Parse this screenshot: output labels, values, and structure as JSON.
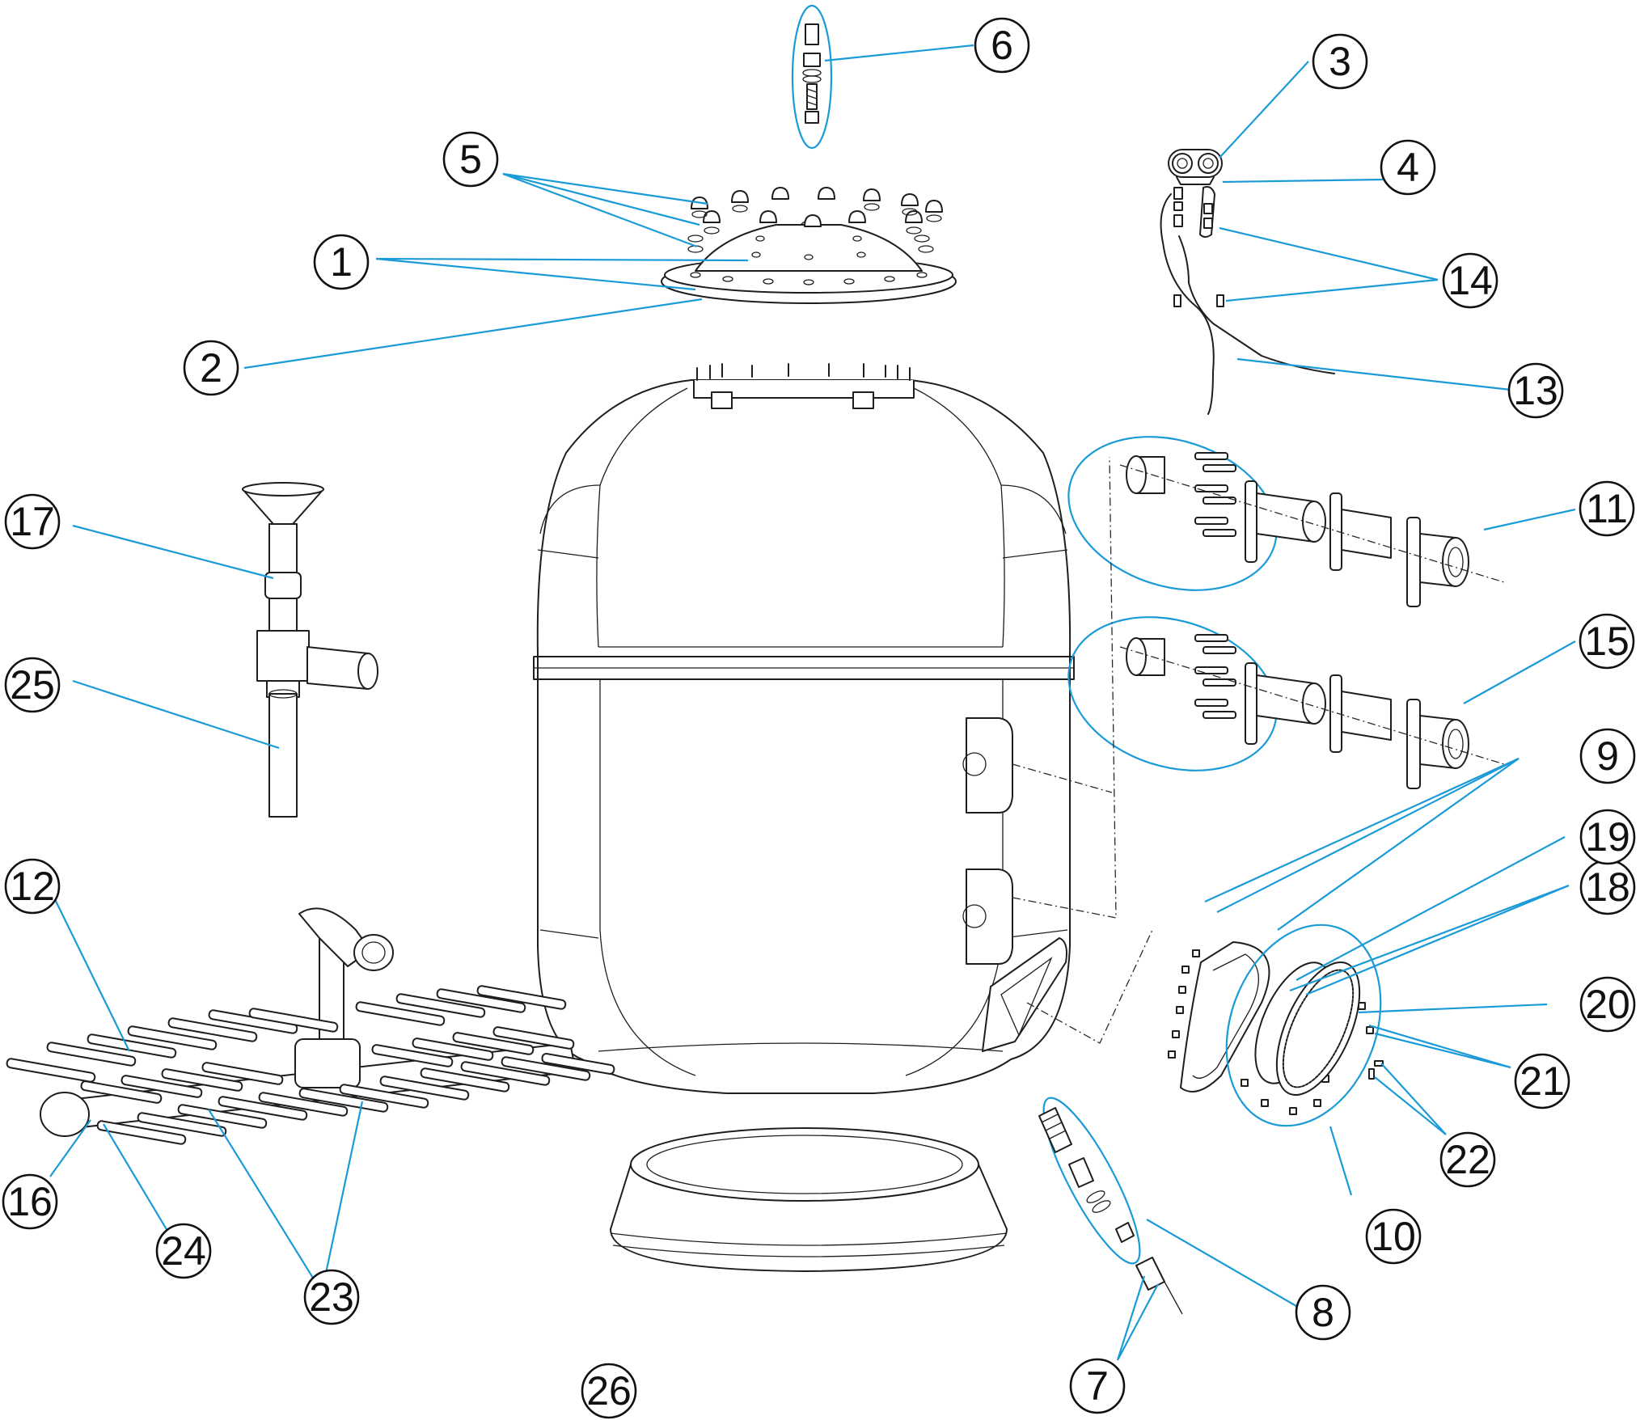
{
  "callouts": [
    {
      "id": "c1",
      "label": "1"
    },
    {
      "id": "c2",
      "label": "2"
    },
    {
      "id": "c3",
      "label": "3"
    },
    {
      "id": "c4",
      "label": "4"
    },
    {
      "id": "c5",
      "label": "5"
    },
    {
      "id": "c6",
      "label": "6"
    },
    {
      "id": "c7",
      "label": "7"
    },
    {
      "id": "c8",
      "label": "8"
    },
    {
      "id": "c9",
      "label": "9"
    },
    {
      "id": "c10",
      "label": "10"
    },
    {
      "id": "c11",
      "label": "11"
    },
    {
      "id": "c12",
      "label": "12"
    },
    {
      "id": "c13",
      "label": "13"
    },
    {
      "id": "c14",
      "label": "14"
    },
    {
      "id": "c15",
      "label": "15"
    },
    {
      "id": "c16",
      "label": "16"
    },
    {
      "id": "c17",
      "label": "17"
    },
    {
      "id": "c18",
      "label": "18"
    },
    {
      "id": "c19",
      "label": "19"
    },
    {
      "id": "c20",
      "label": "20"
    },
    {
      "id": "c21",
      "label": "21"
    },
    {
      "id": "c22",
      "label": "22"
    },
    {
      "id": "c23",
      "label": "23"
    },
    {
      "id": "c24",
      "label": "24"
    },
    {
      "id": "c25",
      "label": "25"
    },
    {
      "id": "c26",
      "label": "26"
    }
  ],
  "colors": {
    "leader_line": "#1a9bd7",
    "drawing_line": "#1e1e1e",
    "background": "#ffffff"
  }
}
